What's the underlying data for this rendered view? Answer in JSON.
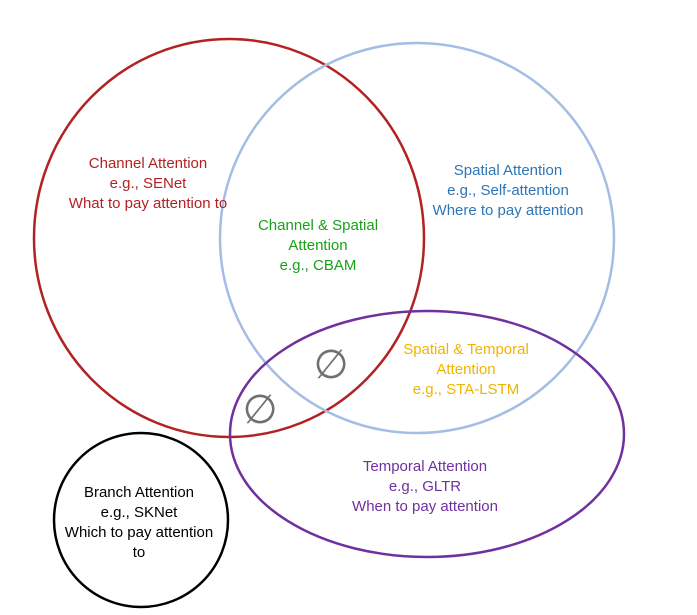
{
  "colors": {
    "channel": "#b22222",
    "spatial": "#a4bde4",
    "spatial_text": "#2e75b6",
    "temporal": "#7030a0",
    "branch": "#000000",
    "channel_spatial_text": "#17a317",
    "spatial_temporal_text": "#f0b400",
    "empty_set": "#707070"
  },
  "regions": {
    "channel": {
      "line1": "Channel Attention",
      "line2": "e.g., SENet",
      "line3": "What to pay attention to"
    },
    "spatial": {
      "line1": "Spatial Attention",
      "line2": "e.g., Self-attention",
      "line3": "Where to pay attention"
    },
    "channel_spatial": {
      "line1": "Channel & Spatial",
      "line2": "Attention",
      "line3": "e.g., CBAM"
    },
    "spatial_temporal": {
      "line1": "Spatial & Temporal",
      "line2": "Attention",
      "line3": "e.g., STA-LSTM"
    },
    "temporal": {
      "line1": "Temporal Attention",
      "line2": "e.g., GLTR",
      "line3": "When to pay attention"
    },
    "branch": {
      "line1": "Branch Attention",
      "line2": "e.g., SKNet",
      "line3": "Which to pay attention",
      "line4": "to"
    }
  },
  "empty_set_symbol": "∅"
}
